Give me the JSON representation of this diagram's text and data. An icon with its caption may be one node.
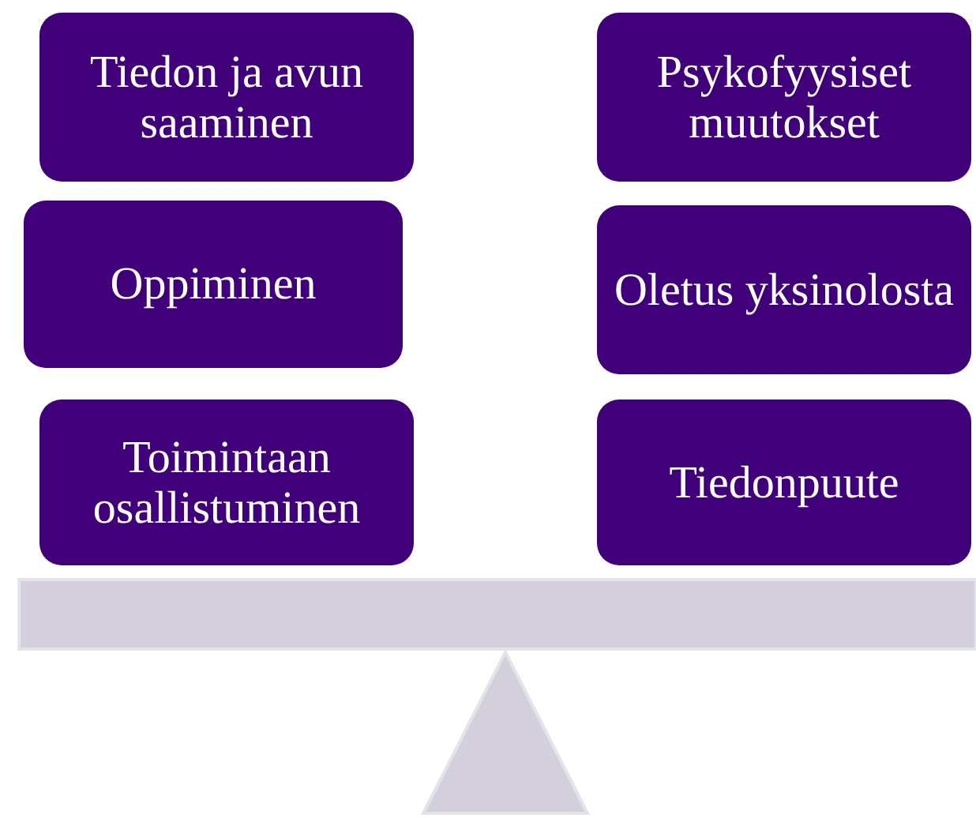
{
  "diagram": {
    "nodes": [
      {
        "text": [
          "Tiedon ja avun saaminen"
        ]
      },
      {
        "text": [
          "Psykofyysiset muutokset"
        ]
      },
      {
        "text": [
          "Oppiminen"
        ]
      },
      {
        "text": [
          "Oletus yksinolosta"
        ]
      },
      {
        "text": [
          "Toimintaan osallistuminen"
        ]
      },
      {
        "text": [
          "Tiedonpuute"
        ]
      }
    ]
  }
}
